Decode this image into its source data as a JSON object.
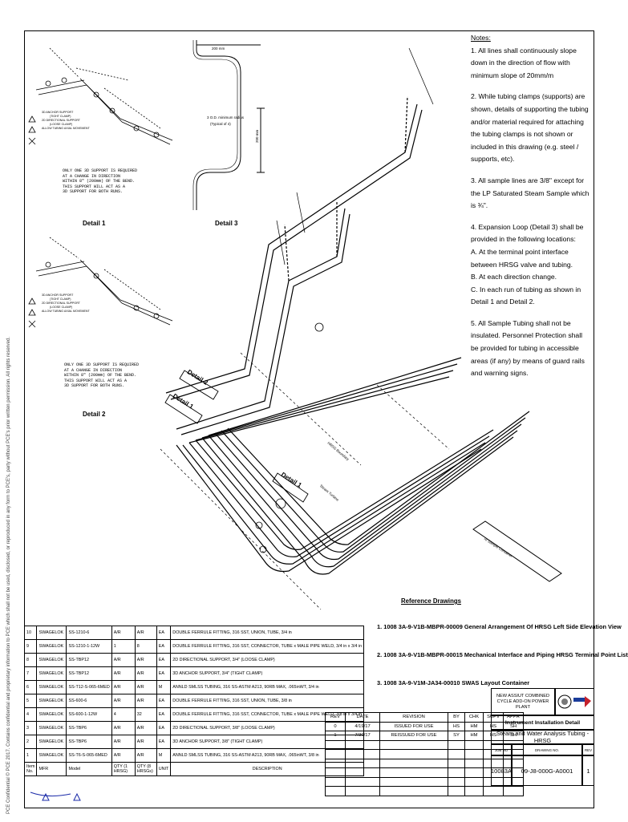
{
  "side_text": "PCE Confidential © PCE 2017. Contains confidential and proprietary information to PCE which shall not be used, disclosed, or reproduced in any form to PCE's, party without PCE's prior written permission. All rights reserved.",
  "notes": {
    "title": "Notes:",
    "items": [
      "1. All lines shall continuously slope down in the direction of flow with minimum slope of 20mm/m",
      "2.  While tubing clamps (supports) are shown, details of supporting the tubing and/or material required for attaching the tubing clamps is not shown or included in this drawing (e.g. steel / supports, etc).",
      "3. All sample lines are 3/8\" except for the LP Saturated Steam Sample which is ¾\".",
      "4. Expansion Loop (Detail 3) shall be provided in the following locations:",
      "A. At the terminal point interface between HRSG valve and tubing.",
      "B. At each direction change.",
      "C. In each run of tubing as shown in Detail 1 and Detail 2.",
      "5. All Sample Tubing shall not be insulated. Personnel Protection shall be provided for tubing in accessible areas (if any) by means of guard rails and warning signs."
    ]
  },
  "details": {
    "detail1": "Detail 1",
    "detail2": "Detail 2",
    "detail3": "Detail 3",
    "iso_detail1": "Detail 1",
    "iso_detail2": "Detail 2",
    "iso_detail1b": "Detail 1"
  },
  "detail_legend": {
    "anchor": "3D ANCHOR SUPPORT",
    "anchor_sub": "(TIGHT CLAMP)",
    "dir": "2D DIRECTIONAL SUPPORT",
    "dir_sub": "(LOOSE CLAMP)",
    "free": "ALLOW TUBING AXIAL MOVEMENT",
    "note": [
      "ONLY ONE 3D SUPPORT IS REQUIRED",
      "AT A CHANGE IN DIRECTION",
      "WITHIN 8\" (200mm) OF THE BEND.",
      "THIS SUPPORT WILL ACT AS A",
      "3D SUPPORT FOR BOTH RUNS."
    ]
  },
  "detail3_labels": {
    "dim_top": "200 mm",
    "dim_side": "200 mm",
    "radius": "3 O.D. minimum radius",
    "radius_sub": "(Typical of 4)"
  },
  "references": {
    "title": "Reference Drawings",
    "items": [
      "1. 1008 3A-9-V1B-MBPR-00009  General Arrangement Of HRSG Left Side Elevation View",
      "2. 1008 3A-9-V1B-MBPR-00015 Mechanical Interface and Piping HRSG Terminal Point List",
      "3. 1008 3A-9-V1M-JA34-00010  SWAS Layout Container"
    ]
  },
  "bom": {
    "rows": [
      [
        "10",
        "SWAGELOK",
        "SS-1210-6",
        "A/R",
        "A/R",
        "EA",
        "DOUBLE FERRULE FITTING, 316 SST, UNION, TUBE, 3/4 in"
      ],
      [
        "9",
        "SWAGELOK",
        "SS-1210-1-12W",
        "1",
        "8",
        "EA",
        "DOUBLE FERRULE FITTING, 316 SST, CONNECTOR, TUBE x MALE PIPE WELD, 3/4 in x 3/4 in"
      ],
      [
        "8",
        "SWAGELOK",
        "SS-TBP12",
        "A/R",
        "A/R",
        "EA",
        "2D DIRECTIONAL SUPPORT, 3/4\" (LOOSE CLAMP)"
      ],
      [
        "7",
        "SWAGELOK",
        "SS-TBP12",
        "A/R",
        "A/R",
        "EA",
        "3D ANCHOR SUPPORT, 3/4\"  (TIGHT CLAMP)"
      ],
      [
        "6",
        "SWAGELOK",
        "SS-T12-S-065-6MED",
        "A/R",
        "A/R",
        "M",
        "ANNLD SMLSS TUBING, 316 SS-ASTM A213, 90RB MAX, .065inWT, 3/4 in"
      ],
      [
        "5",
        "SWAGELOK",
        "SS-600-6",
        "A/R",
        "A/R",
        "EA",
        "DOUBLE FERRULE FITTING, 316 SST, UNION, TUBE, 3/8 in"
      ],
      [
        "4",
        "SWAGELOK",
        "SS-600-1-12W",
        "4",
        "32",
        "EA",
        "DOUBLE FERRULE FITTING, 316 SST, CONNECTOR, TUBE x MALE PIPE WELD, 3/8 in x 3/4 in"
      ],
      [
        "3",
        "SWAGELOK",
        "SS-TBP6",
        "A/R",
        "A/R",
        "EA",
        "2D DIRECTIONAL SUPPORT, 3/8\" (LOOSE CLAMP)"
      ],
      [
        "2",
        "SWAGELOK",
        "SS-TBP6",
        "A/R",
        "A/R",
        "EA",
        "3D ANCHOR SUPPORT, 3/8\"  (TIGHT CLAMP)"
      ],
      [
        "1",
        "SWAGELOK",
        "SS-T6-S-065-6MED",
        "A/R",
        "A/R",
        "M",
        "ANNLD SMLSS TUBING, 316 SS-ASTM A213, 90RB MAX, .065inWT, 3/8 in"
      ]
    ],
    "header": [
      "Item No.",
      "MFR",
      "Model",
      "QTY (1 HRSG)",
      "QTY (8 HRSGs)",
      "UNIT",
      "DESCRIPTION"
    ]
  },
  "revisions": {
    "header": [
      "REV",
      "DATE",
      "REVISION",
      "BY",
      "CHK",
      "SUPV",
      "APPR"
    ],
    "rows": [
      [
        "0",
        "4/19/17",
        "ISSUED FOR USE",
        "HS",
        "HM",
        "HS",
        "SH"
      ],
      [
        "1",
        "7/30/17",
        "REISSUED FOR USE",
        "SY",
        "HM",
        "HS",
        "SH"
      ]
    ]
  },
  "title_block": {
    "project": "NEW ASSIUT COMBINED CYCLE ADD-ON POWER PLANT",
    "title": "Instrument Installation Detail",
    "subtitle": "Steam and Water Analysis Tubing - HRSG",
    "job_label": "JOB NO",
    "drawing_label": "DRAWING NO.",
    "rev_label": "REV",
    "job_no": "10083A",
    "drawing_no": "09-J8-000G-A0001",
    "rev": "1"
  },
  "iso_labels": {
    "to_container": "To Sample Container",
    "hrsg_boundary": "HRSG Boundary",
    "steam_turbine": "Steam Turbine"
  }
}
